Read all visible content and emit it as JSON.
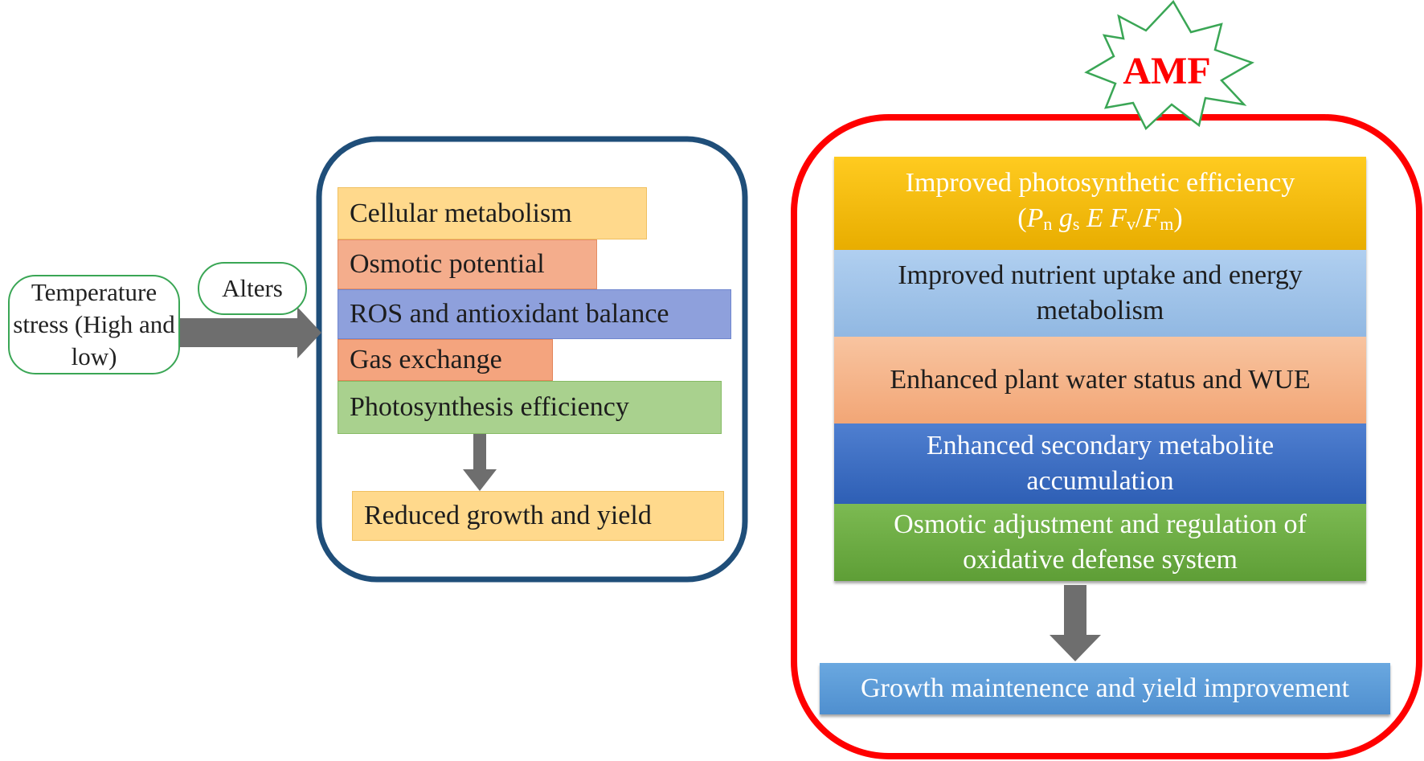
{
  "stress_label": "Temperature stress (High and low)",
  "alters_label": "Alters",
  "effects": [
    {
      "label": "Cellular metabolism",
      "color": "#ffd98c"
    },
    {
      "label": "Osmotic potential",
      "color": "#f4ad8c"
    },
    {
      "label": "ROS  and antioxidant balance",
      "color": "#8ea0dc"
    },
    {
      "label": "Gas exchange",
      "color": "#f4a47e"
    },
    {
      "label": "Photosynthesis efficiency",
      "color": "#a9d18e"
    }
  ],
  "outcome_negative": "Reduced growth and yield",
  "amf_label": "AMF",
  "amf_benefits": {
    "photosynthesis": {
      "line1": "Improved photosynthetic efficiency",
      "open_paren": "(",
      "pn_main": "P",
      "pn_sub": "n",
      "gs_main": "g",
      "gs_sub": "s",
      "e_main": "E",
      "fv_main": "F",
      "fv_sub": "v",
      "slash": "/",
      "fm_main": "F",
      "fm_sub": "m",
      "close_paren": ")",
      "color": "#ffc000"
    },
    "nutrient": {
      "label": "Improved nutrient uptake and energy metabolism",
      "color": "#9dc3e6"
    },
    "water": {
      "label": "Enhanced plant water status and WUE",
      "color": "#f4b183"
    },
    "secondary": {
      "label": "Enhanced secondary metabolite accumulation",
      "color": "#4472c4"
    },
    "osmotic": {
      "label": "Osmotic adjustment and regulation of oxidative defense system",
      "color": "#70ad47"
    }
  },
  "outcome_positive": "Growth maintenence and yield improvement",
  "colors": {
    "left_panel_border": "#1f4e79",
    "right_panel_border": "#ff0000",
    "arrow": "#6e6e6e",
    "pill_border": "#3aa655",
    "amf_text": "#ff0000",
    "outcome_positive_bg": "#5b9bd5",
    "outcome_negative_bg": "#ffd98c"
  }
}
